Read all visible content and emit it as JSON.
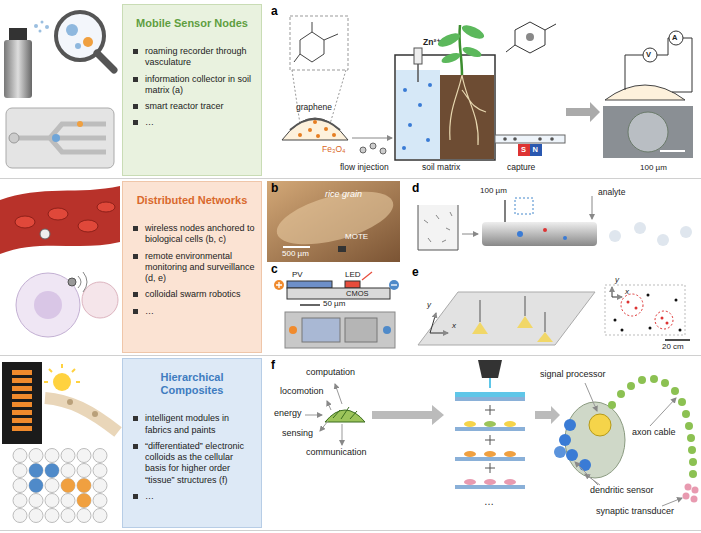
{
  "diagram": {
    "nodes": [
      {
        "text": [
          "Mobile Sensor Nodes",
          "roaming recorder through vasculature",
          "information collector in soil matrix (a)",
          "smart reactor tracer",
          "…"
        ]
      },
      {
        "text": [
          "Distributed Networks",
          "wireless nodes anchored to biological cells (b, c)",
          "remote environmental monitoring and surveillance (d, e)",
          "colloidal swarm robotics",
          "…"
        ]
      },
      {
        "text": [
          "Hierarchical Composites",
          "intelligent modules in fabrics and paints",
          "“differentiated” electronic colloids as the cellular basis for higher order “tissue” structures (f)",
          "…"
        ]
      }
    ],
    "labels": [
      "a",
      "graphene",
      "Fe₃O₄",
      "Zn²⁺",
      "flow injection",
      "soil matrix",
      "capture",
      "S",
      "N",
      "A",
      "V",
      "100 µm",
      "b",
      "rice grain",
      "MOTE",
      "500 µm",
      "c",
      "PV",
      "LED",
      "CMOS",
      "50 µm",
      "d",
      "100 µm",
      "analyte",
      "e",
      "y",
      "x",
      "y",
      "x",
      "20 cm",
      "f",
      "computation",
      "locomotion",
      "energy",
      "sensing",
      "communication",
      "signal processor",
      "axon cable",
      "synaptic transducer",
      "dendritic sensor",
      "…"
    ]
  }
}
